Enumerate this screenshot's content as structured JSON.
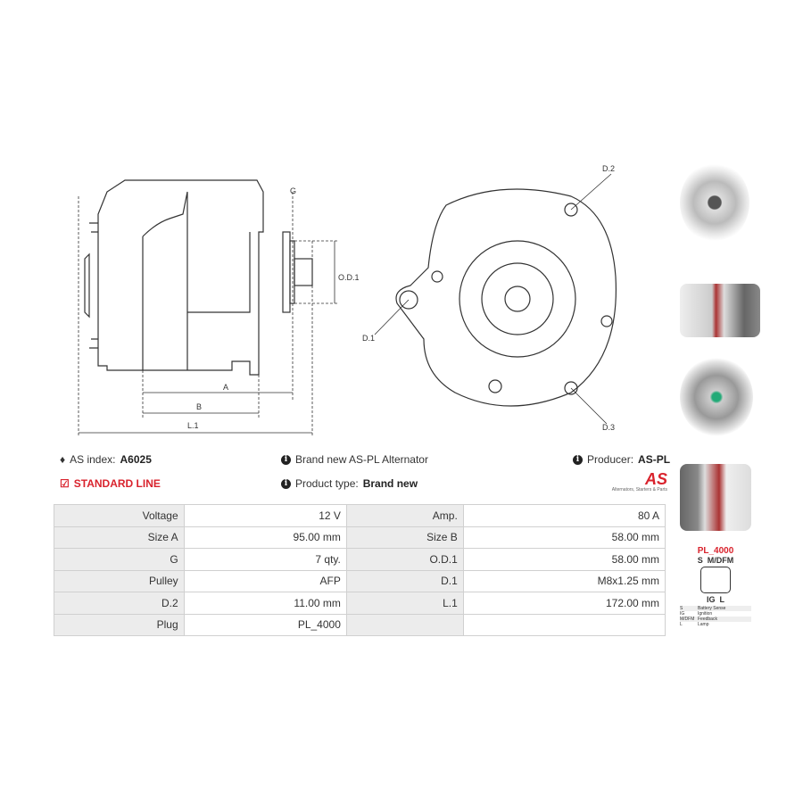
{
  "header": {
    "as_index_label": "AS index:",
    "as_index_value": "A6025",
    "line": "STANDARD LINE",
    "description": "Brand new AS-PL Alternator",
    "product_type_label": "Product type:",
    "product_type_value": "Brand new",
    "producer_label": "Producer:",
    "producer_value": "AS-PL",
    "logo_text": "AS",
    "logo_tagline": "Alternators, Starters & Parts"
  },
  "drawing_labels": {
    "g": "G",
    "od1": "O.D.1",
    "a": "A",
    "b": "B",
    "l1": "L.1",
    "d1": "D.1",
    "d2": "D.2",
    "d3": "D.3"
  },
  "specs": [
    {
      "l1": "Voltage",
      "v1": "12 V",
      "l2": "Amp.",
      "v2": "80 A"
    },
    {
      "l1": "Size A",
      "v1": "95.00 mm",
      "l2": "Size B",
      "v2": "58.00 mm"
    },
    {
      "l1": "G",
      "v1": "7 qty.",
      "l2": "O.D.1",
      "v2": "58.00 mm"
    },
    {
      "l1": "Pulley",
      "v1": "AFP",
      "l2": "D.1",
      "v2": "M8x1.25 mm"
    },
    {
      "l1": "D.2",
      "v1": "11.00 mm",
      "l2": "L.1",
      "v2": "172.00 mm"
    },
    {
      "l1": "Plug",
      "v1": "PL_4000",
      "l2": "",
      "v2": ""
    }
  ],
  "plug": {
    "title": "PL_4000",
    "top_pins": "S  M/DFM",
    "bottom_pins": "IG  L",
    "legend": [
      [
        "S",
        "Battery Sense"
      ],
      [
        "IG",
        "Ignition"
      ],
      [
        "M/DFM",
        "Feedback"
      ],
      [
        "L",
        "Lamp"
      ]
    ]
  }
}
